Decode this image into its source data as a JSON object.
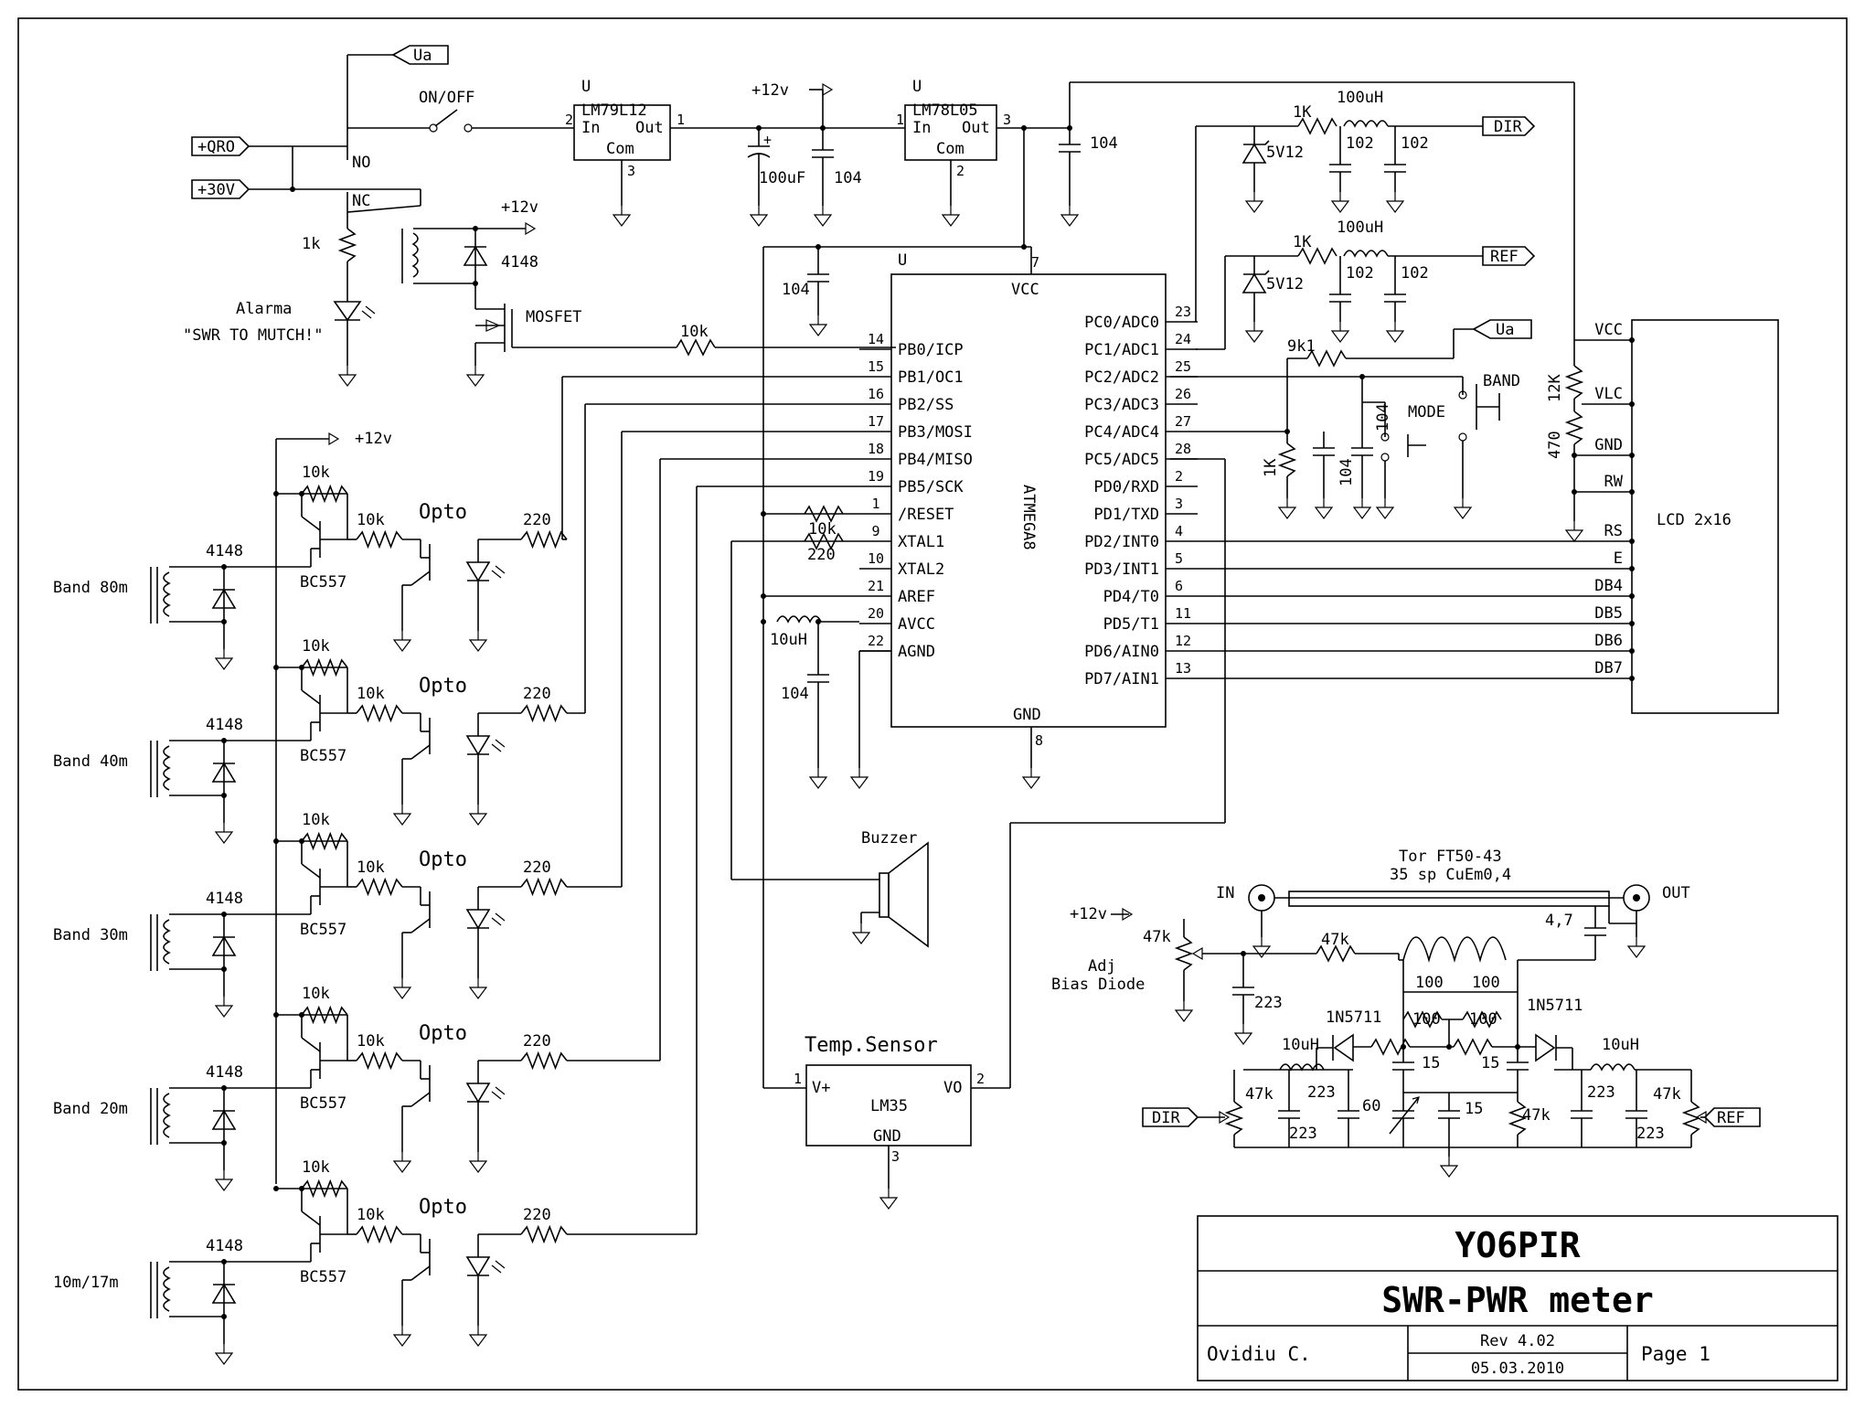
{
  "title_block": {
    "callsign": "YO6PIR",
    "project": "SWR-PWR meter",
    "author": "Ovidiu C.",
    "revision": "Rev 4.02",
    "date": "05.03.2010",
    "page": "Page 1"
  },
  "ports": {
    "ua_top": "Ua",
    "qro": "+QRO",
    "v30": "+30V",
    "dir": "DIR",
    "ref": "REF",
    "ua_right": "Ua",
    "dir_bottom": "DIR",
    "ref_bottom": "REF"
  },
  "power": {
    "switch_label": "ON/OFF",
    "relay_no": "NO",
    "relay_nc": "NC",
    "supply_12v": "+12v",
    "reg1_u": "U",
    "reg1_part": "LM79L12",
    "reg1_in": "In",
    "reg1_out": "Out",
    "reg1_com": "Com",
    "reg1_pin_in": "2",
    "reg1_pin_out": "1",
    "reg1_pin_com": "3",
    "reg2_u": "U",
    "reg2_part": "LM78L05",
    "reg2_in": "In",
    "reg2_out": "Out",
    "reg2_com": "Com",
    "reg2_pin_in": "1",
    "reg2_pin_out": "3",
    "reg2_pin_com": "2",
    "cap_100uf": "100uF",
    "cap_104_a": "104",
    "cap_104_b": "104"
  },
  "alarm": {
    "r_1k": "1k",
    "label": "Alarma",
    "message": "\"SWR TO MUTCH!\"",
    "diode": "4148",
    "supply": "+12v",
    "mosfet": "MOSFET",
    "r_10k": "10k"
  },
  "mcu": {
    "u_label": "U",
    "part": "ATMEGA8",
    "vcc_label": "VCC",
    "vcc_pin": "7",
    "gnd_label": "GND",
    "gnd_pin": "8",
    "cap_104": "104",
    "left_pins": [
      {
        "num": "14",
        "name": "PB0/ICP"
      },
      {
        "num": "15",
        "name": "PB1/OC1"
      },
      {
        "num": "16",
        "name": "PB2/SS"
      },
      {
        "num": "17",
        "name": "PB3/MOSI"
      },
      {
        "num": "18",
        "name": "PB4/MISO"
      },
      {
        "num": "19",
        "name": "PB5/SCK"
      },
      {
        "num": "1",
        "name": "/RESET"
      },
      {
        "num": "9",
        "name": "XTAL1"
      },
      {
        "num": "10",
        "name": "XTAL2"
      },
      {
        "num": "21",
        "name": "AREF"
      },
      {
        "num": "20",
        "name": "AVCC"
      },
      {
        "num": "22",
        "name": "AGND"
      }
    ],
    "right_pins": [
      {
        "num": "23",
        "name": "PC0/ADC0"
      },
      {
        "num": "24",
        "name": "PC1/ADC1"
      },
      {
        "num": "25",
        "name": "PC2/ADC2"
      },
      {
        "num": "26",
        "name": "PC3/ADC3"
      },
      {
        "num": "27",
        "name": "PC4/ADC4"
      },
      {
        "num": "28",
        "name": "PC5/ADC5"
      },
      {
        "num": "2",
        "name": "PD0/RXD"
      },
      {
        "num": "3",
        "name": "PD1/TXD"
      },
      {
        "num": "4",
        "name": "PD2/INT0"
      },
      {
        "num": "5",
        "name": "PD3/INT1"
      },
      {
        "num": "6",
        "name": "PD4/T0"
      },
      {
        "num": "11",
        "name": "PD5/T1"
      },
      {
        "num": "12",
        "name": "PD6/AIN0"
      },
      {
        "num": "13",
        "name": "PD7/AIN1"
      }
    ],
    "reset_r": "10k",
    "xtal_r": "220",
    "avcc_l": "10uH",
    "avcc_c": "104"
  },
  "inputs": {
    "r_1k_a": "1K",
    "l_a": "100uH",
    "z_a": "5V12",
    "c1_a": "102",
    "c2_a": "102",
    "r_1k_b": "1K",
    "l_b": "100uH",
    "z_b": "5V12",
    "c1_b": "102",
    "c2_b": "102",
    "r_9k1": "9k1",
    "r_1k_c": "1K",
    "c_104_c": "104",
    "c_104_d": "104",
    "mode": "MODE",
    "band": "BAND"
  },
  "lcd": {
    "title": "LCD 2x16",
    "r_12k": "12K",
    "r_470": "470",
    "pins": [
      "VCC",
      "VLC",
      "GND",
      "RW",
      "RS",
      "E",
      "DB4",
      "DB5",
      "DB6",
      "DB7"
    ]
  },
  "bands": [
    {
      "label": "Band 80m",
      "diode": "4148",
      "r_base": "10k",
      "r_opto": "10k",
      "transistor": "BC557",
      "opto": "Opto",
      "r_led": "220"
    },
    {
      "label": "Band 40m",
      "diode": "4148",
      "r_base": "10k",
      "r_opto": "10k",
      "transistor": "BC557",
      "opto": "Opto",
      "r_led": "220"
    },
    {
      "label": "Band 30m",
      "diode": "4148",
      "r_base": "10k",
      "r_opto": "10k",
      "transistor": "BC557",
      "opto": "Opto",
      "r_led": "220"
    },
    {
      "label": "Band 20m",
      "diode": "4148",
      "r_base": "10k",
      "r_opto": "10k",
      "transistor": "BC557",
      "opto": "Opto",
      "r_led": "220"
    },
    {
      "label": "10m/17m",
      "diode": "4148",
      "r_base": "10k",
      "r_opto": "10k",
      "transistor": "BC557",
      "opto": "Opto",
      "r_led": "220"
    }
  ],
  "bands_supply": "+12v",
  "buzzer": "Buzzer",
  "temp_sensor": {
    "title": "Temp.Sensor",
    "part": "LM35",
    "vplus": "V+",
    "vo": "VO",
    "gnd": "GND",
    "pin1": "1",
    "pin2": "2",
    "pin3": "3"
  },
  "bridge": {
    "toroid": "Tor FT50-43",
    "winding": "35 sp CuEm0,4",
    "in": "IN",
    "out": "OUT",
    "supply": "+12v",
    "pot_47k": "47k",
    "adj1": "Adj",
    "adj2": "Bias Diode",
    "r_47k_top": "47k",
    "c_223": "223",
    "c_4_7": "4,7",
    "r100_a": "100",
    "r100_b": "100",
    "r100_c": "100",
    "r100_d": "100",
    "d_left": "1N5711",
    "d_right": "1N5711",
    "l_left": "10uH",
    "l_right": "10uH",
    "c15_a": "15",
    "c15_b": "15",
    "c15_c": "15",
    "c_60": "60",
    "r47k_l": "47k",
    "r47k_m": "47k",
    "r47k_r": "47k",
    "c223_a": "223",
    "c223_b": "223",
    "c223_c": "223",
    "c223_d": "223"
  }
}
